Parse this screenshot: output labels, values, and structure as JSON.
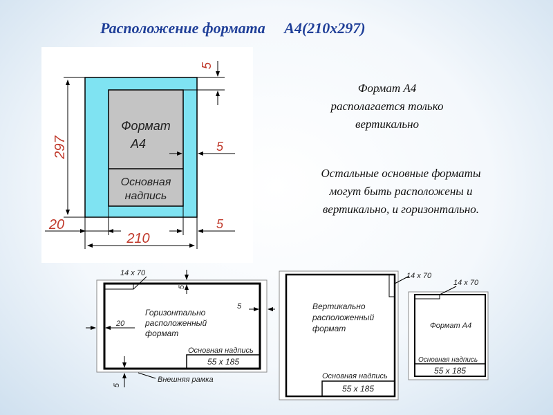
{
  "title": "Расположение формата     А4(210х297)",
  "side_text_1": [
    "Формат А4",
    "располагается только",
    "вертикально"
  ],
  "side_text_2": [
    "Остальные основные форматы",
    "могут быть расположены и",
    "вертикально, и горизонтально."
  ],
  "main_diagram": {
    "label_format": "Формат",
    "label_a4": "А4",
    "label_stamp_1": "Основная",
    "label_stamp_2": "надпись",
    "dim_297": "297",
    "dim_210": "210",
    "dim_20": "20",
    "dim_5_top": "5",
    "dim_5_mid": "5",
    "dim_5_bottom": "5"
  },
  "horizontal_diagram": {
    "label_14x70": "14 x 70",
    "label_line1": "Горизонтально",
    "label_line2": "расположенный",
    "label_line3": "формат",
    "stamp_label": "Основная надпись",
    "stamp_size": "55 x 185",
    "dim_5_top": "5",
    "dim_5_right": "5",
    "dim_20": "20",
    "dim_5_bottom": "5",
    "outer_frame": "Внешняя рамка"
  },
  "vertical_diagram": {
    "label_14x70": "14 x 70",
    "label_line1": "Вертикально",
    "label_line2": "расположенный",
    "label_line3": "формат",
    "stamp_label": "Основная надпись",
    "stamp_size": "55 x 185"
  },
  "a4_diagram": {
    "label_14x70": "14 x 70",
    "label_format": "Формат А4",
    "stamp_label": "Основная надпись",
    "stamp_size": "55 x 185"
  },
  "colors": {
    "title": "#1f3f98",
    "sheet": "#7fe3f2",
    "field": "#c4c4c4",
    "dim_text": "#c0392b"
  }
}
